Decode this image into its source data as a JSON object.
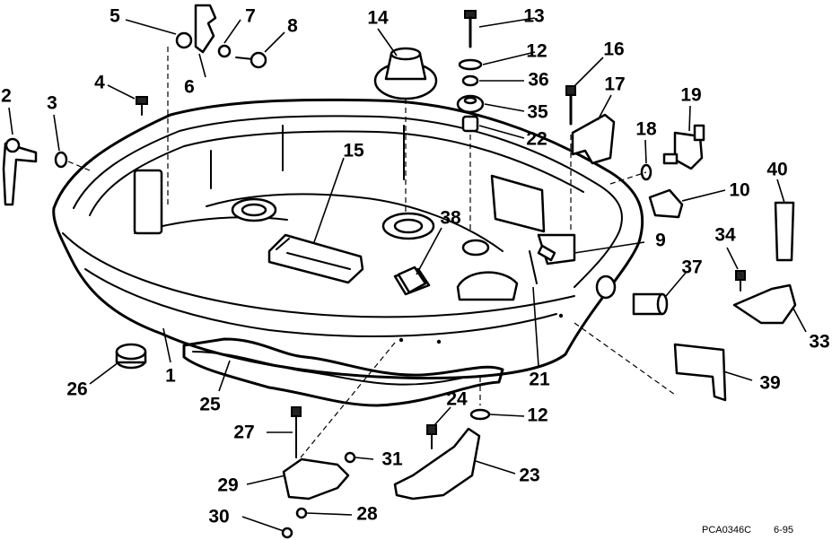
{
  "diagram": {
    "callouts": [
      "1",
      "2",
      "3",
      "4",
      "5",
      "6",
      "7",
      "8",
      "9",
      "10",
      "12",
      "12",
      "13",
      "14",
      "15",
      "16",
      "17",
      "18",
      "19",
      "21",
      "22",
      "23",
      "24",
      "25",
      "26",
      "27",
      "28",
      "29",
      "30",
      "31",
      "33",
      "34",
      "35",
      "36",
      "37",
      "38",
      "39",
      "40"
    ],
    "footer": {
      "ref_code": "PCA0346C",
      "date": "6-95"
    }
  }
}
